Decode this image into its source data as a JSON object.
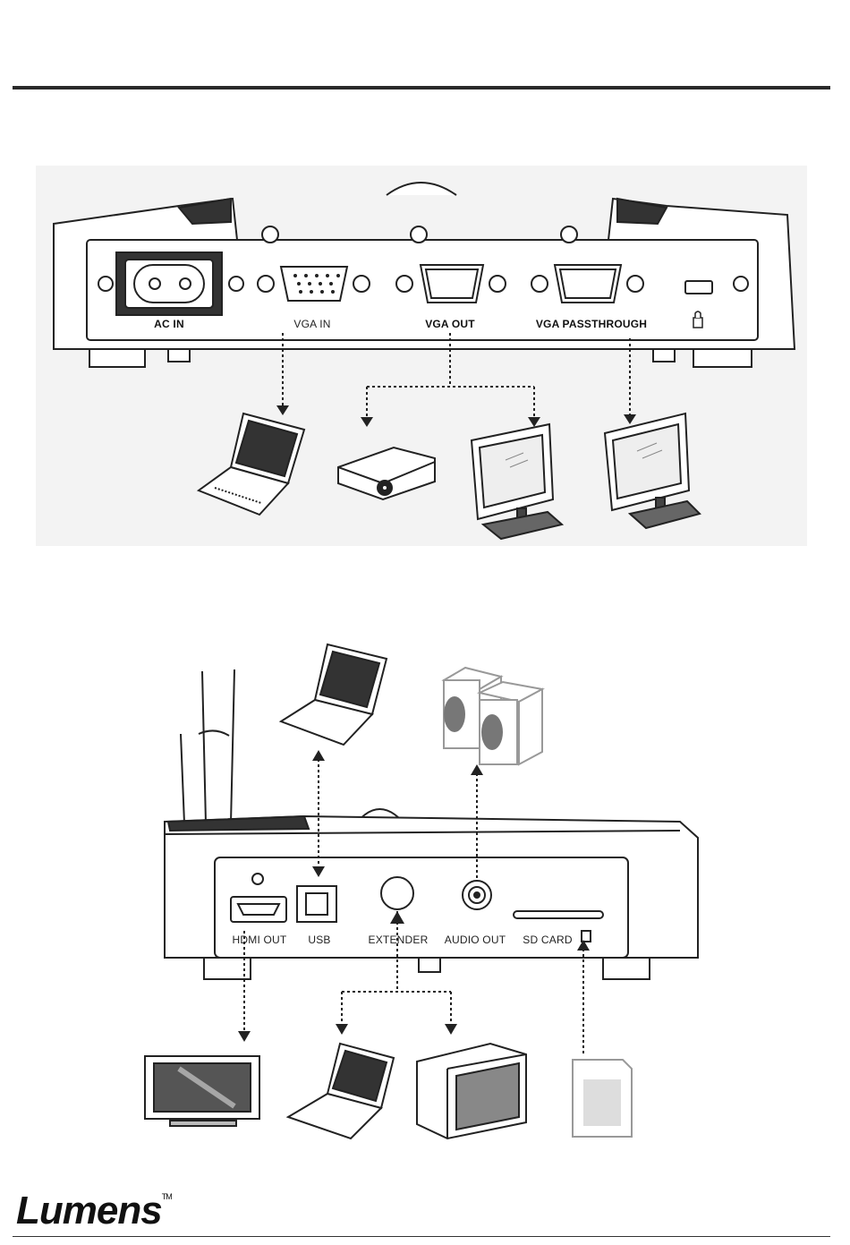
{
  "panel1": {
    "ports": {
      "ac_in": "AC IN",
      "vga_in": "VGA IN",
      "vga_out": "VGA OUT",
      "vga_passthrough": "VGA PASSTHROUGH"
    },
    "lock_icon": "kensington-lock-icon",
    "devices": [
      "laptop-icon",
      "projector-icon",
      "monitor-icon",
      "monitor-icon"
    ]
  },
  "panel2": {
    "ports": {
      "hdmi_out": "HDMI OUT",
      "usb": "USB",
      "extender": "EXTENDER",
      "audio_out": "AUDIO OUT",
      "sd_card": "SD CARD"
    },
    "devices": [
      "laptop-icon",
      "speakers-icon",
      "tv-icon",
      "laptop-icon",
      "crt-monitor-icon",
      "sd-card-icon"
    ]
  },
  "footer": {
    "brand": "Lumens",
    "trademark": "TM"
  }
}
